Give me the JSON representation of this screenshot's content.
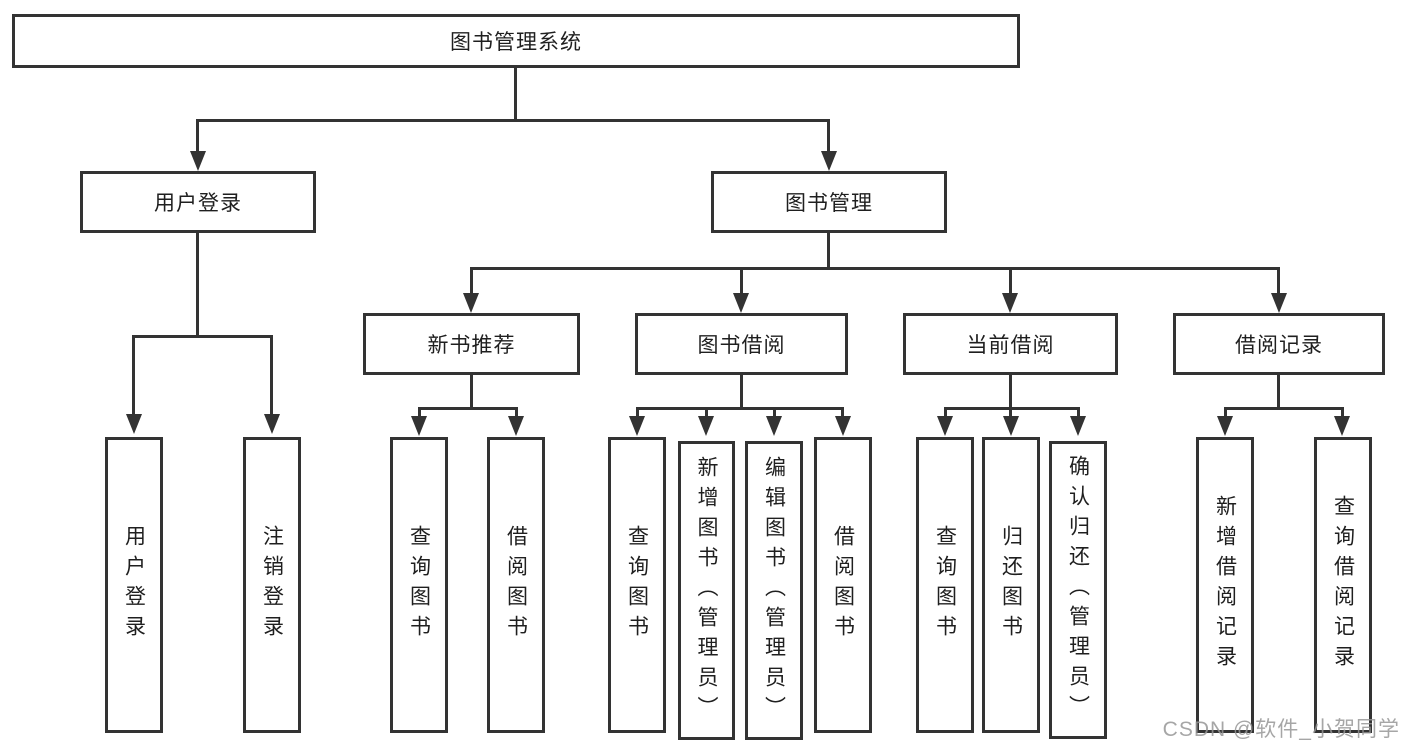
{
  "root": {
    "label": "图书管理系统"
  },
  "branches": [
    {
      "label": "用户登录",
      "children": [
        {
          "label": "用户登录"
        },
        {
          "label": "注销登录"
        }
      ]
    },
    {
      "label": "图书管理",
      "children": [
        {
          "label": "新书推荐",
          "children": [
            {
              "label": "查询图书"
            },
            {
              "label": "借阅图书"
            }
          ]
        },
        {
          "label": "图书借阅",
          "children": [
            {
              "label": "查询图书"
            },
            {
              "label": "新增图书（管理员）"
            },
            {
              "label": "编辑图书（管理员）"
            },
            {
              "label": "借阅图书"
            }
          ]
        },
        {
          "label": "当前借阅",
          "children": [
            {
              "label": "查询图书"
            },
            {
              "label": "归还图书"
            },
            {
              "label": "确认归还（管理员）"
            }
          ]
        },
        {
          "label": "借阅记录",
          "children": [
            {
              "label": "新增借阅记录"
            },
            {
              "label": "查询借阅记录"
            }
          ]
        }
      ]
    }
  ],
  "watermark": "CSDN @软件_小贺同学",
  "colors": {
    "line": "#333333",
    "text": "#1f1f1f",
    "watermark": "#969696",
    "background": "#ffffff"
  }
}
